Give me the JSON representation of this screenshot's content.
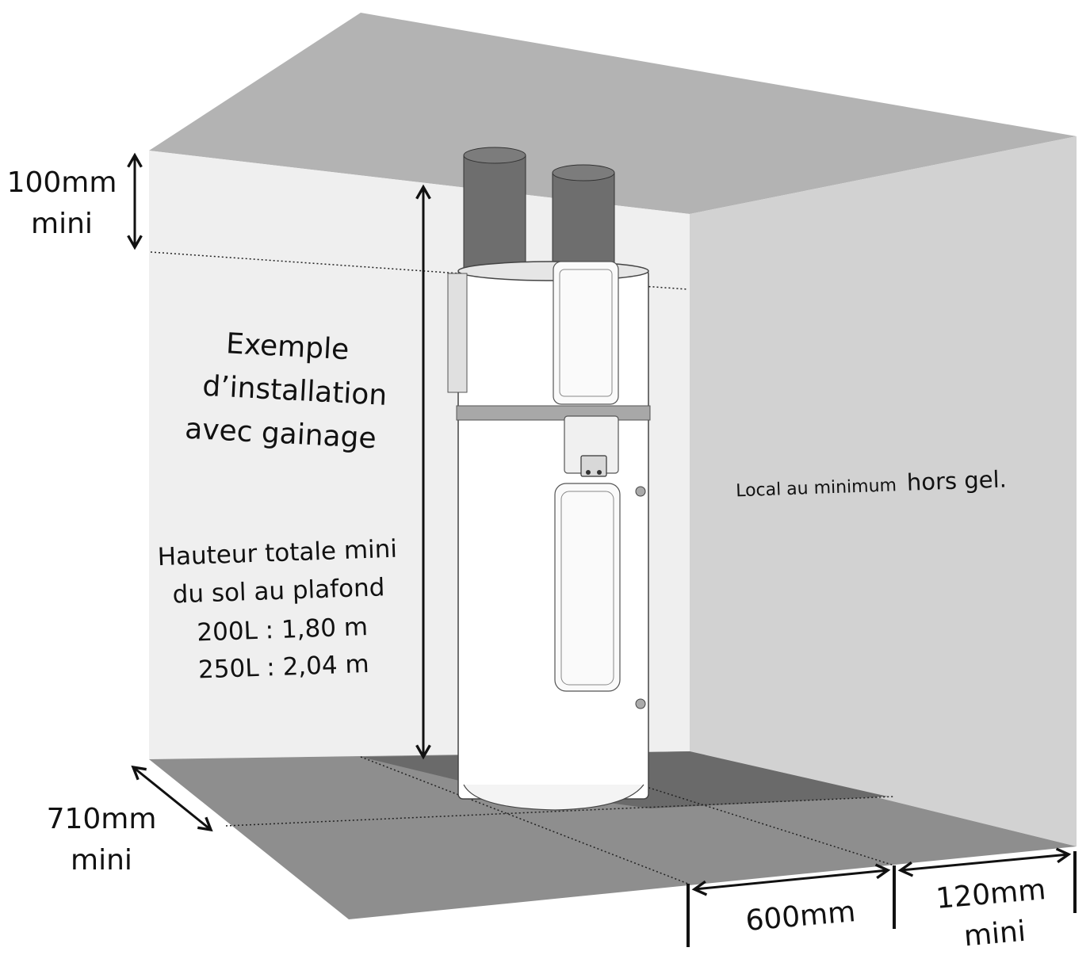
{
  "labels": {
    "ceiling_clearance": "100mm",
    "ceiling_clearance_sub": "mini",
    "title_line1": "Exemple",
    "title_line2": "d’installation",
    "title_line3": "avec gainage",
    "height_line1": "Hauteur totale mini",
    "height_line2": "du sol au plafond",
    "height_line3": "200L : 1,80 m",
    "height_line4": "250L : 2,04 m",
    "room_note_small": "Local au minimum",
    "room_note_big": "hors gel.",
    "depth_clearance": "710mm",
    "depth_clearance_sub": "mini",
    "width_unit": "600mm",
    "side_clearance": "120mm",
    "side_clearance_sub": "mini"
  },
  "colors": {
    "ceiling": "#b3b3b3",
    "left_wall": "#efefef",
    "right_wall": "#d2d2d2",
    "floor": "#8e8e8e",
    "floor_dark": "#6a6a6a",
    "duct": "#6e6e6e",
    "appliance": "#ffffff",
    "band": "#a8a8a8",
    "ink": "#111111"
  }
}
